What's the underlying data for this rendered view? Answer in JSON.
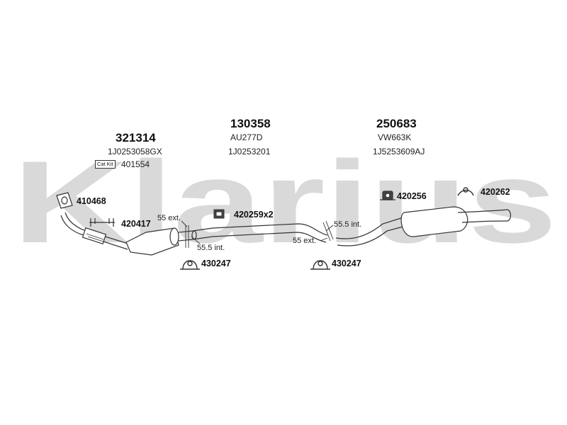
{
  "watermark": {
    "text": "Klarius",
    "color": "#d9d9d9"
  },
  "groups": {
    "front": {
      "number": "321314",
      "code": "1J0253058GX",
      "catkit_badge": "Cat Kit",
      "catkit_code": "401554"
    },
    "middle": {
      "number": "130358",
      "code1": "AU277D",
      "code2": "1J0253201"
    },
    "rear": {
      "number": "250683",
      "code1": "VW663K",
      "code2": "1J5253609AJ"
    }
  },
  "parts": {
    "p410468": "410468",
    "p420417": "420417",
    "p420259": "420259x2",
    "p430247_left": "430247",
    "p430247_right": "430247",
    "p420256": "420256",
    "p420262": "420262"
  },
  "measurements": {
    "m1": "55 ext.",
    "m2": "55.5 int.",
    "m3": "55.5 int.",
    "m4": "55 ext."
  },
  "icons": [
    "gasket-icon",
    "clamp-icon",
    "rubber-mount-icon",
    "hanger-icon"
  ],
  "colors": {
    "line": "#333333",
    "watermark": "#d9d9d9"
  }
}
